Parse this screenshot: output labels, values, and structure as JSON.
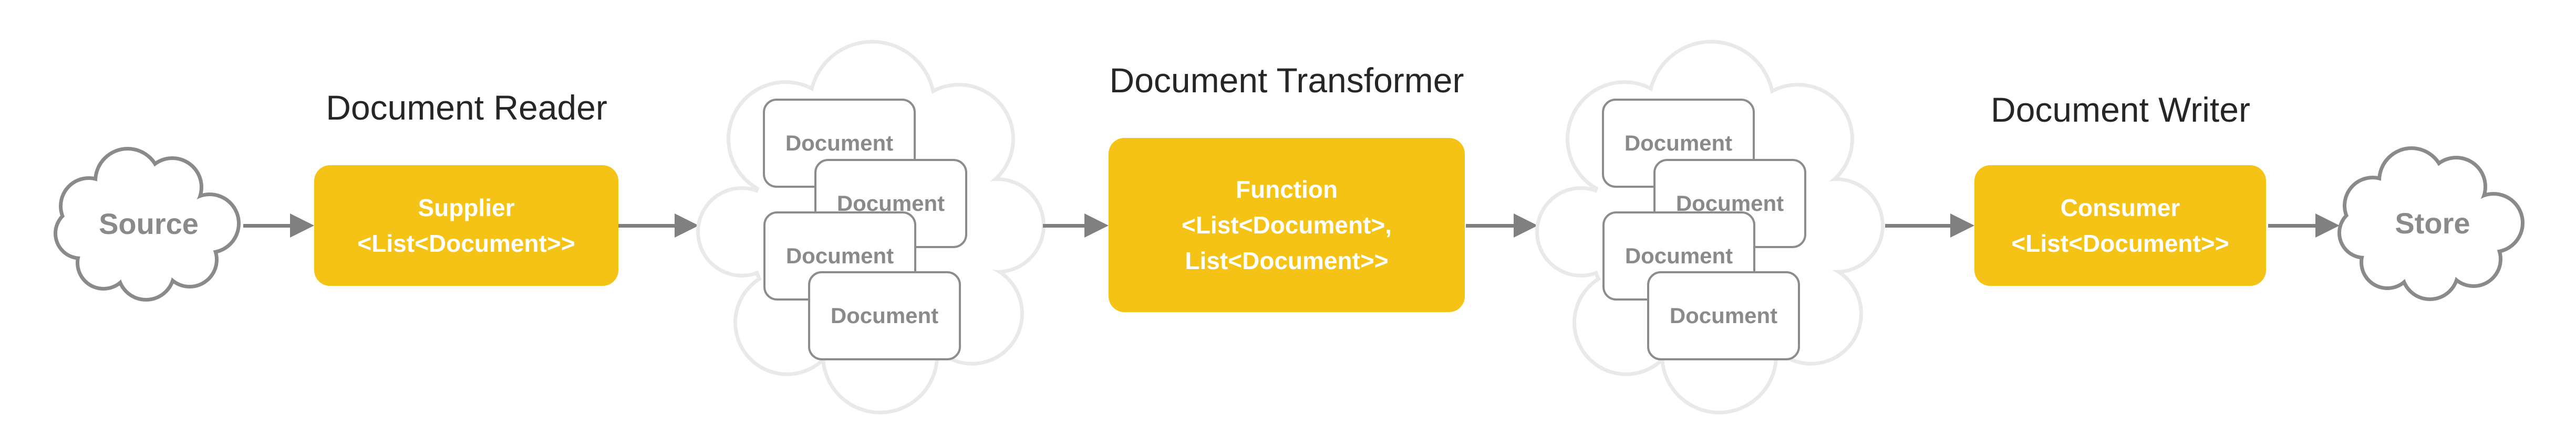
{
  "diagram": {
    "titles": {
      "reader": "Document Reader",
      "transformer": "Document Transformer",
      "writer": "Document Writer"
    },
    "source_cloud": {
      "label": "Source"
    },
    "store_cloud": {
      "label": "Store"
    },
    "supplier_box": {
      "lines": [
        "Supplier",
        "<List<Document>>"
      ]
    },
    "function_box": {
      "lines": [
        "Function",
        "<List<Document>,",
        "List<Document>>"
      ]
    },
    "consumer_box": {
      "lines": [
        "Consumer",
        "<List<Document>>"
      ]
    },
    "document_card_label": "Document",
    "colors": {
      "accent_yellow": "#F5C315",
      "box_text_white": "#FFFFFF",
      "arrow_gray": "#808080",
      "small_cloud_border": "#8A8A8A",
      "small_cloud_text": "#8A8A8A",
      "big_cloud_border": "#E9E9E9",
      "card_border": "#8C8C8C",
      "card_text": "#8A8A8A",
      "title_text": "#262626",
      "background": "#FFFFFF"
    }
  }
}
